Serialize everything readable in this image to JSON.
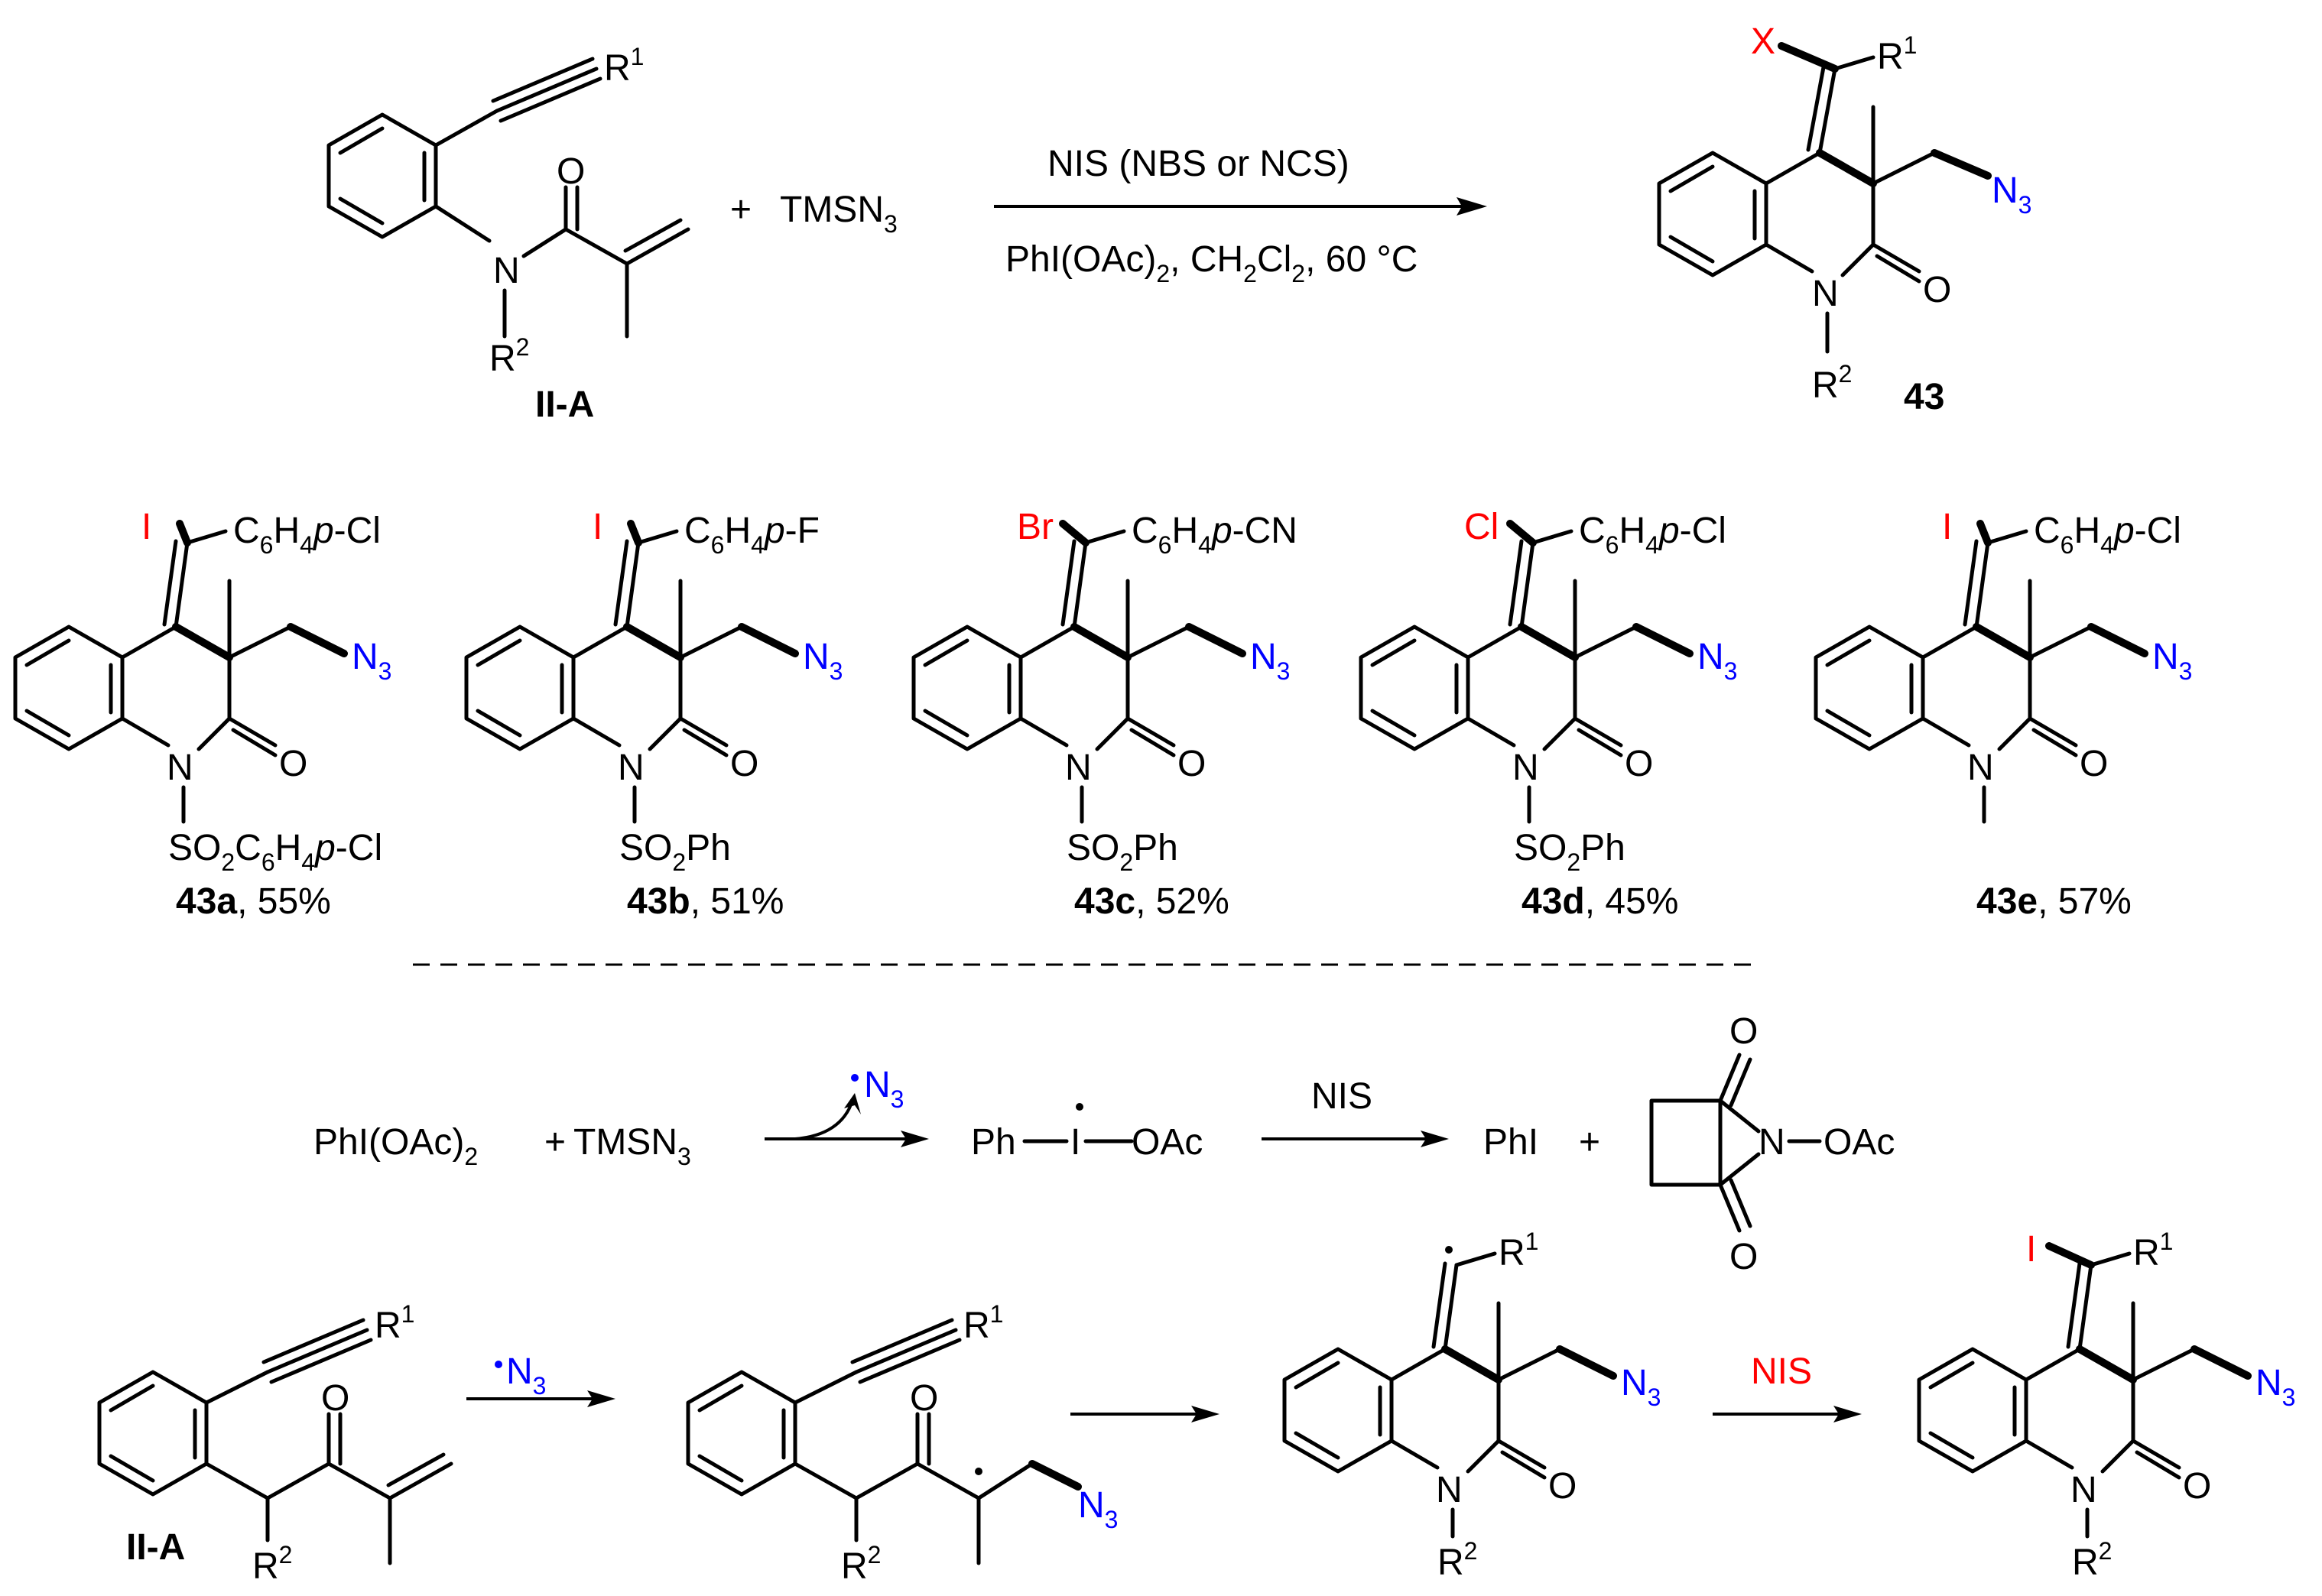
{
  "top_scheme": {
    "substrate": {
      "r1": "R",
      "r1_sup": "1",
      "o": "O",
      "n": "N",
      "r2": "R",
      "r2_sup": "2",
      "label": "II-A"
    },
    "plus": "+",
    "reagent": {
      "main": "TMSN",
      "sub": "3"
    },
    "conditions": {
      "above": "NIS (NBS or NCS)",
      "below_a": "PhI(OAc)",
      "below_sub1": "2",
      "below_b": ", CH",
      "below_sub2": "2",
      "below_c": "Cl",
      "below_sub3": "2",
      "below_d": ", 60 °C"
    },
    "product": {
      "x": "X",
      "r1": "R",
      "r1_sup": "1",
      "n3": "N",
      "n3_sub": "3",
      "o": "O",
      "n": "N",
      "r2": "R",
      "r2_sup": "2",
      "label": "43"
    }
  },
  "examples": [
    {
      "halogen": "I",
      "aryl": "C6H4p-Cl",
      "n_sub": "SO2C6H4p-Cl",
      "label": "43a",
      "yield": ", 55%"
    },
    {
      "halogen": "I",
      "aryl": "C6H4p-F",
      "n_sub": "SO2Ph",
      "label": "43b",
      "yield": ", 51%"
    },
    {
      "halogen": "Br",
      "aryl": "C6H4p-CN",
      "n_sub": "SO2Ph",
      "label": "43c",
      "yield": ", 52%"
    },
    {
      "halogen": "Cl",
      "aryl": "C6H4p-Cl",
      "n_sub": "SO2Ph",
      "label": "43d",
      "yield": ", 45%"
    },
    {
      "halogen": "I",
      "aryl": "C6H4p-Cl",
      "n_sub": "",
      "label": "43e",
      "yield": ", 57%"
    }
  ],
  "mechanism_line1": {
    "reactant_a": "PhI(OAc)",
    "reactant_a_sub": "2",
    "plus": "+",
    "reactant_b": "TMSN",
    "reactant_b_sub": "3",
    "radical_out": "N",
    "radical_out_sub": "3",
    "intermediate_ph": "Ph",
    "intermediate_i": "I",
    "intermediate_oac": "OAc",
    "arrow_label": "NIS",
    "product_phi": "PhI",
    "plus2": "+",
    "succinimide_o": "O",
    "succinimide_n": "N",
    "succinimide_oac": "OAc"
  },
  "mechanism_line2": {
    "substrate_label": "II-A",
    "arrow1_label": "N",
    "arrow1_sub": "3",
    "arrow3_label": "NIS",
    "r1": "R",
    "r1_sup": "1",
    "r2": "R",
    "r2_sup": "2",
    "o": "O",
    "n": "N",
    "n3": "N",
    "n3_sub": "3",
    "iodo": "I"
  },
  "colors": {
    "halogen": "#ff0000",
    "azide": "#0000ff",
    "nis_red": "#ff0000"
  }
}
